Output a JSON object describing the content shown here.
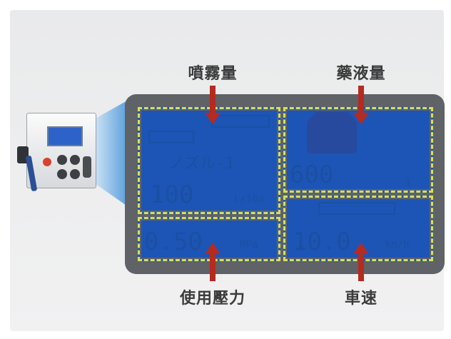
{
  "labels": {
    "spray_volume": "噴霧量",
    "chemical_volume": "藥液量",
    "working_pressure": "使用壓力",
    "vehicle_speed": "車速"
  },
  "lcd": {
    "rate_value": "100",
    "rate_unit": "L/10a",
    "volume_value": "600",
    "volume_unit": "L",
    "pressure_value": "0.50",
    "pressure_unit": "MPa",
    "speed_value": "10.0",
    "speed_unit": "km/h",
    "section_text": "ノズル-1"
  },
  "colors": {
    "arrow": "#b52b1f",
    "screen_blue": "#1d55b6",
    "dash": "#d6e05a",
    "frame": "#5f6266"
  }
}
